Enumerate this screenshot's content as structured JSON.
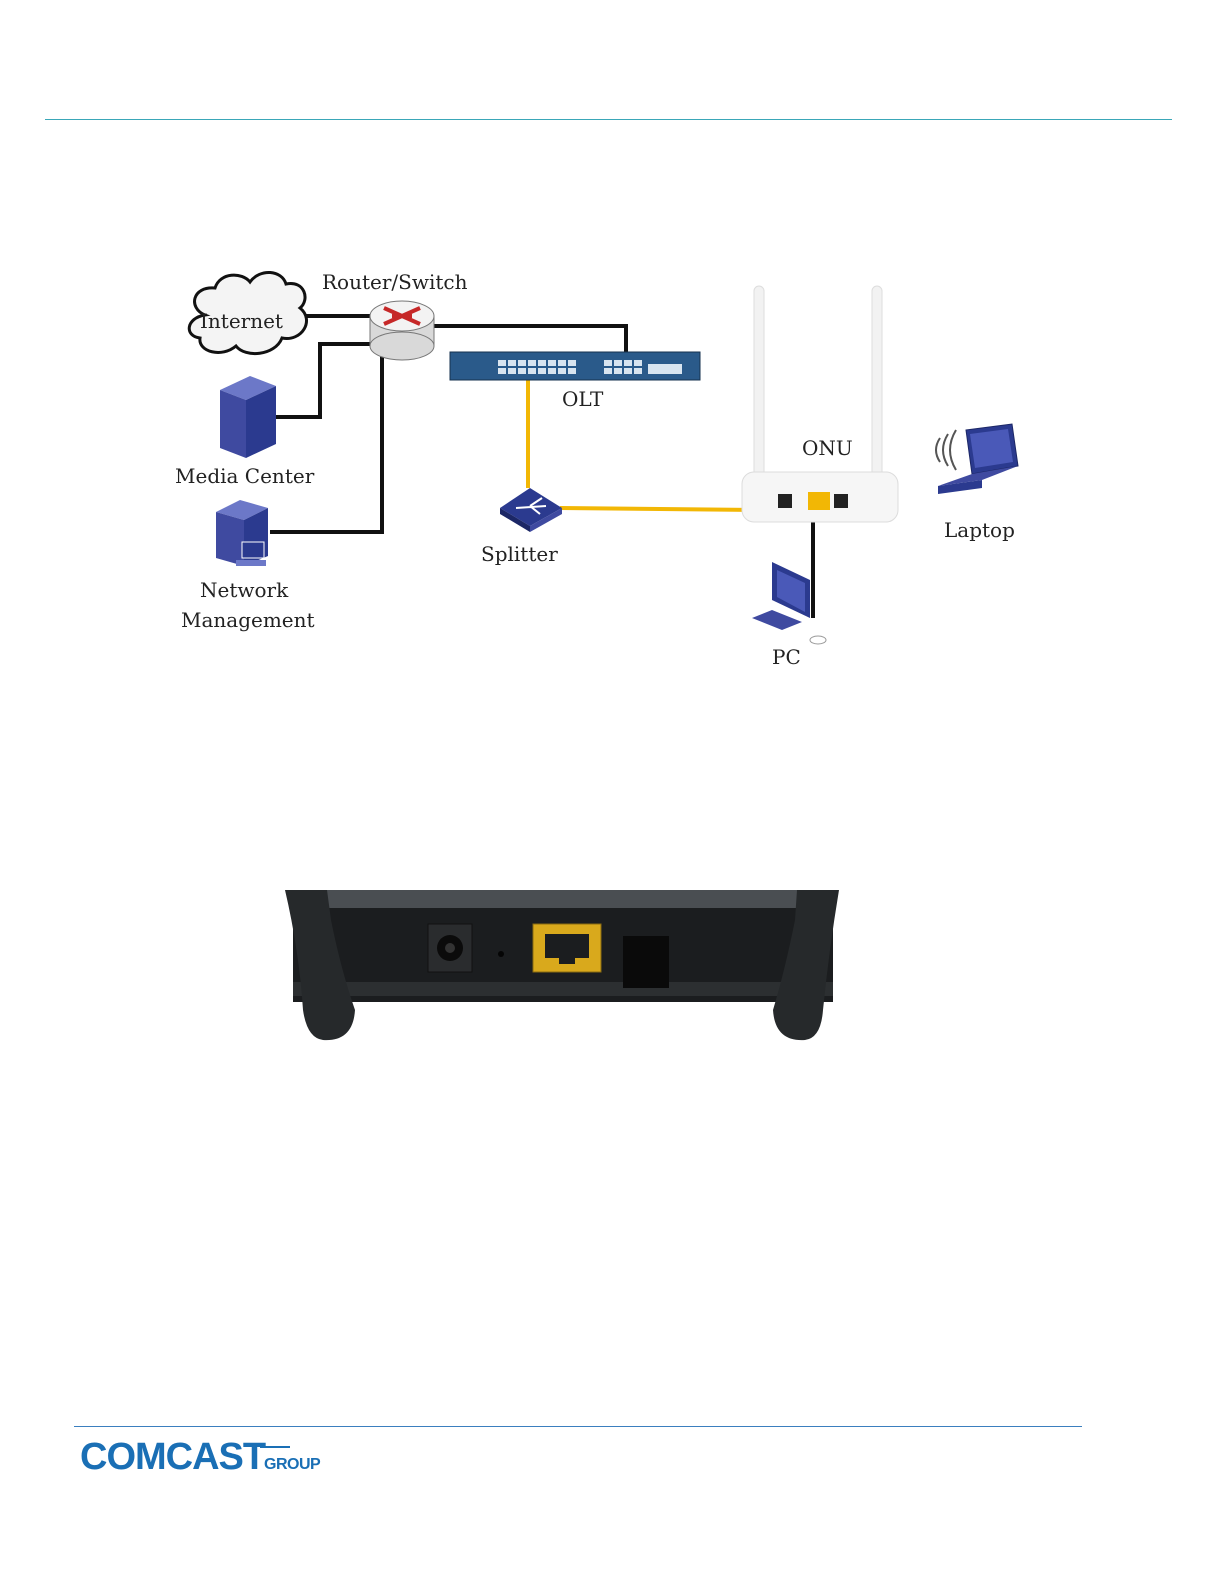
{
  "diagram": {
    "nodes": {
      "internet": "Internet",
      "router_switch": "Router/Switch",
      "olt": "OLT",
      "onu": "ONU",
      "laptop": "Laptop",
      "media_center": "Media Center",
      "network_management_line1": "Network",
      "network_management_line2": "Management",
      "splitter": "Splitter",
      "pc": "PC"
    },
    "colors": {
      "copper_link": "#111111",
      "fiber_link": "#f2b705",
      "device_blue": "#2b3a8f",
      "olt_body": "#2a5a8a"
    }
  },
  "footer": {
    "logo_main": "COMCAST",
    "logo_sub": "GROUP",
    "brand_color": "#1a6fb5"
  }
}
